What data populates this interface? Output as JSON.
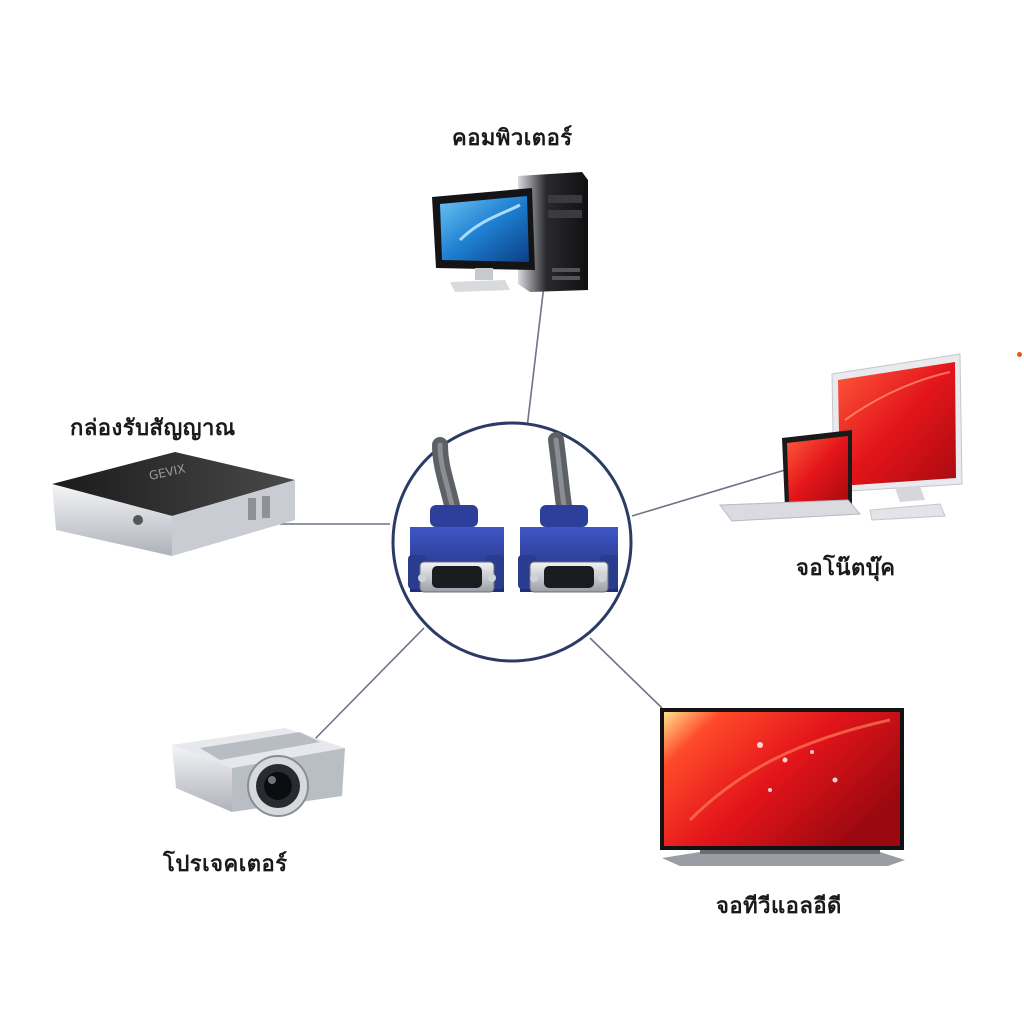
{
  "hub": {
    "icon": "vga-cable-connectors-icon",
    "ring_color": "#2b3b66",
    "connector_color": "#2c3f9a"
  },
  "devices": {
    "computer": {
      "label": "คอมพิวเตอร์",
      "icon": "desktop-computer-icon"
    },
    "settop": {
      "label": "กล่องรับสัญญาณ",
      "icon": "set-top-box-icon"
    },
    "notebook": {
      "label": "จอโน๊ตบุ๊ค",
      "icon": "monitor-laptop-icon"
    },
    "projector": {
      "label": "โปรเจคเตอร์",
      "icon": "projector-icon"
    },
    "tv": {
      "label": "จอทีวีแอลอีดี",
      "icon": "led-tv-icon"
    }
  },
  "colors": {
    "line": "#6d7486",
    "screen_red": "#e3151a",
    "screen_blue": "#1e7fd0",
    "edge_marker": "#e05a1a"
  }
}
